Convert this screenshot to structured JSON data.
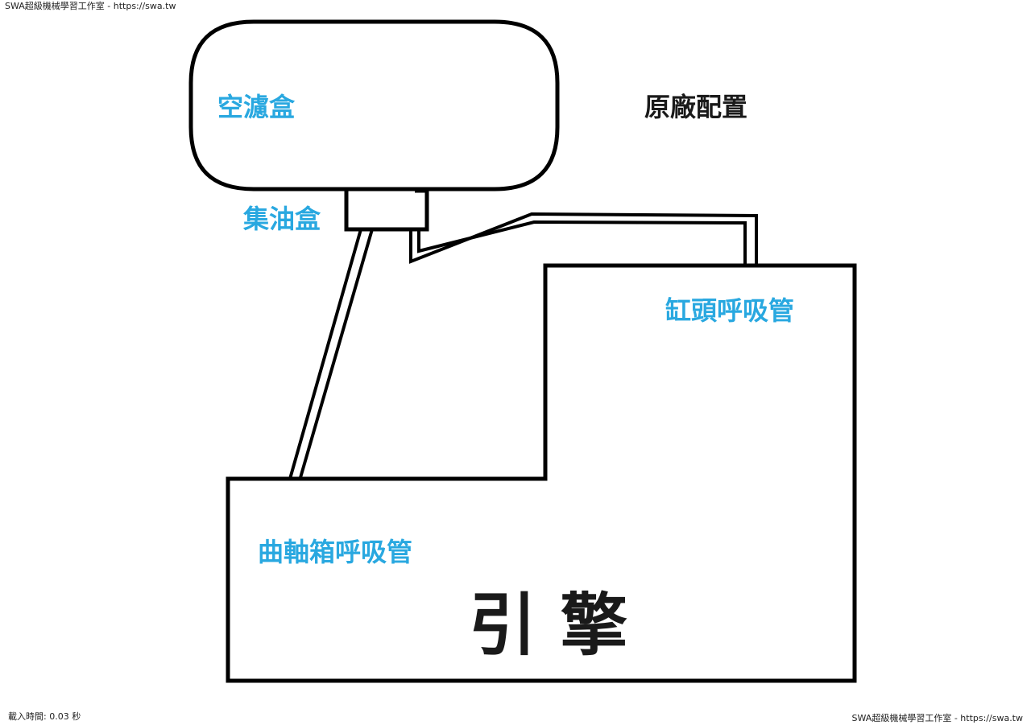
{
  "watermarks": {
    "top_left": "SWA超級機械學習工作室 - https://swa.tw",
    "bottom_left": "載入時間: 0.03 秒",
    "bottom_right": "SWA超級機械學習工作室 - https://swa.tw"
  },
  "labels": {
    "air_box": "空濾盒",
    "oil_catch": "集油盒",
    "config_title": "原廠配置",
    "head_breather": "缸頭呼吸管",
    "crankcase_breather": "曲軸箱呼吸管",
    "engine": "引 擎"
  },
  "colors": {
    "label_blue": "#29a8e0",
    "title_black": "#1a1a1a",
    "outline": "#000000"
  }
}
